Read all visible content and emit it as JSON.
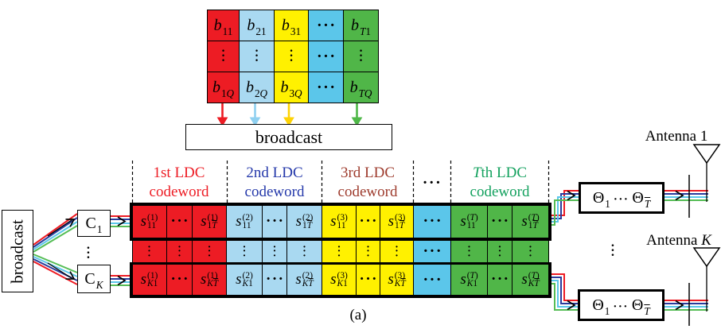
{
  "colors": {
    "black": "#000000",
    "red": "#ed1c24",
    "pale_blue": "#a9d9f1",
    "yellow": "#fff100",
    "cyan": "#5bc6ea",
    "green": "#50b648",
    "line_red": "#ed1c24",
    "line_blue": "#2a3b9b",
    "line_cyan": "#5bc6ea",
    "line_green": "#55bd55",
    "arrow_red": "#ed1c24",
    "arrow_blue": "#8fd0f0",
    "arrow_yellow": "#fed304",
    "arrow_green": "#4fb848",
    "header_red": "#ed1c24",
    "header_blue": "#2438aa",
    "header_maroon": "#9e3b2d",
    "header_green": "#13a15e"
  },
  "bit_table": {
    "columns": [
      {
        "bg": "red",
        "cells": [
          "b_{11}",
          "⋮",
          "b_{1Q}"
        ]
      },
      {
        "bg": "pale_blue",
        "cells": [
          "b_{21}",
          "⋮",
          "b_{2Q}"
        ]
      },
      {
        "bg": "yellow",
        "cells": [
          "b_{31}",
          "⋮",
          "b_{3Q}"
        ]
      },
      {
        "bg": "cyan",
        "cells": [
          "⋯",
          "⋯",
          "⋯"
        ]
      },
      {
        "bg": "green",
        "cells": [
          "b_{T1}",
          "⋮",
          "b_{TQ}"
        ]
      }
    ]
  },
  "broadcast_top_label": "broadcast",
  "broadcast_left_label": "broadcast",
  "combiners": {
    "top": "C_{1}",
    "dots": "⋮",
    "bottom": "C_{K}"
  },
  "codeword_table": {
    "sections": [
      {
        "bg": "red",
        "header_color": "header_red",
        "header": [
          {
            "em": "",
            "text": "1st LDC"
          },
          {
            "em": "",
            "text": "codeword"
          }
        ],
        "row1": [
          "s^{(1)}_{11}",
          "⋯",
          "s^{(1)}_{1T̄}"
        ],
        "row2": [
          "⋮",
          "⋮",
          "⋮"
        ],
        "row3": [
          "s^{(1)}_{K1}",
          "⋯",
          "s^{(1)}_{KT̄}"
        ]
      },
      {
        "bg": "pale_blue",
        "header_color": "header_blue",
        "header": [
          {
            "em": "",
            "text": "2nd LDC"
          },
          {
            "em": "",
            "text": "codeword"
          }
        ],
        "row1": [
          "s^{(2)}_{11}",
          "⋯",
          "s^{(2)}_{1T̄}"
        ],
        "row2": [
          "⋮",
          "⋮",
          "⋮"
        ],
        "row3": [
          "s^{(2)}_{K1}",
          "⋯",
          "s^{(2)}_{KT̄}"
        ]
      },
      {
        "bg": "yellow",
        "header_color": "header_maroon",
        "header": [
          {
            "em": "",
            "text": "3rd LDC"
          },
          {
            "em": "",
            "text": "codeword"
          }
        ],
        "row1": [
          "s^{(3)}_{11}",
          "⋯",
          "s^{(3)}_{1T̄}"
        ],
        "row2": [
          "⋮",
          "⋮",
          "⋮"
        ],
        "row3": [
          "s^{(3)}_{K1}",
          "⋯",
          "s^{(3)}_{KT̄}"
        ]
      },
      {
        "bg": "cyan",
        "header_color": "black",
        "header": [
          {
            "em": "",
            "text": "⋯"
          }
        ],
        "row1": [
          "⋯"
        ],
        "row2": [
          "⋯"
        ],
        "row3": [
          "⋯"
        ]
      },
      {
        "bg": "green",
        "header_color": "header_green",
        "header": [
          {
            "em": "T",
            "text": "th LDC"
          },
          {
            "em": "",
            "text": "codeword"
          }
        ],
        "row1": [
          "s^{(T)}_{11}",
          "⋯",
          "s^{(T)}_{1T̄}"
        ],
        "row2": [
          "⋮",
          "⋮",
          "⋮"
        ],
        "row3": [
          "s^{(T)}_{K1}",
          "⋯",
          "s^{(T)}_{KT̄}"
        ]
      }
    ]
  },
  "theta_label": [
    "Θ_{1}",
    "⋯",
    "Θ_{T̄}"
  ],
  "antennas": {
    "top": {
      "prefix": "Antenna ",
      "id": "1"
    },
    "bottom": {
      "prefix": "Antenna ",
      "id": "K"
    },
    "dots": "⋮"
  },
  "caption": "(a)"
}
